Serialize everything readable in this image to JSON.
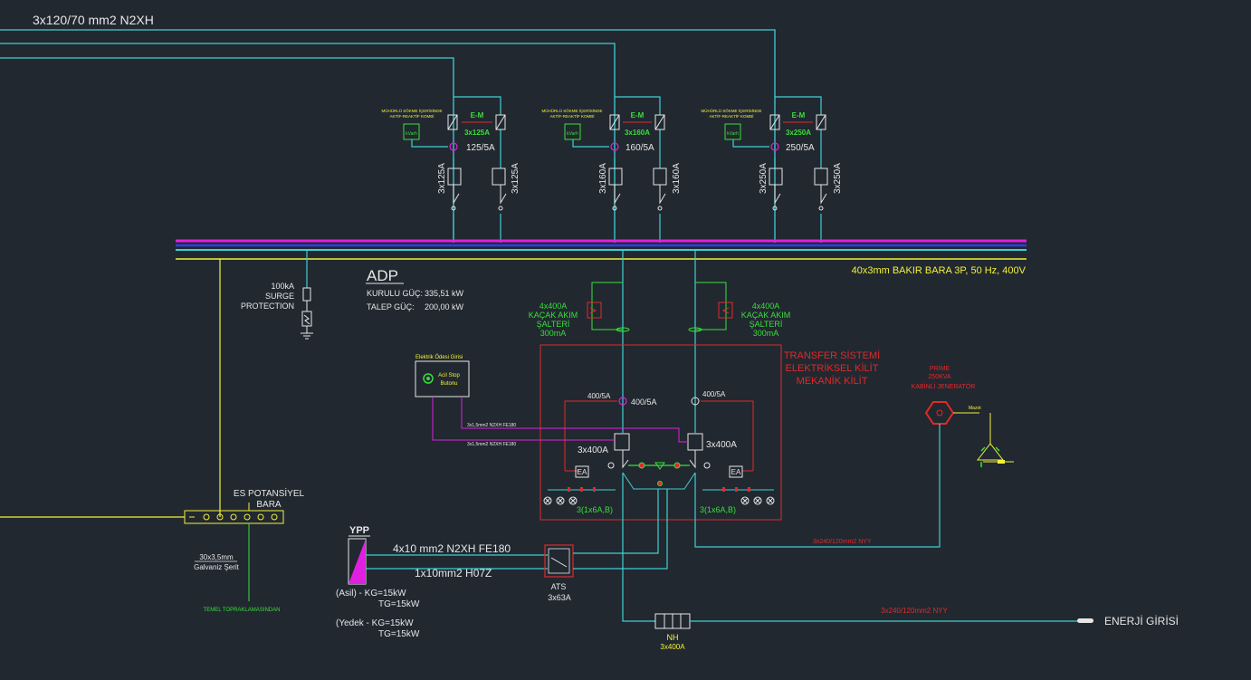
{
  "colors": {
    "bg": "#212830",
    "cyan": "#3fd0d4",
    "yellow": "#f2f23a",
    "magenta": "#e020e0",
    "red": "#e02a2a",
    "green": "#3adf3a",
    "white": "#e6e6e6",
    "blue": "#2a40e8",
    "pink": "#ff7aa8"
  },
  "top_cable": "3x120/70 mm2 N2XH",
  "feeders": [
    {
      "meter_caption_1": "MÜHÜRLÜ SÖKME İÇERİSİNDE",
      "meter_caption_2": "AKTİF-REAKTİF KOMBİ",
      "meter_label": "kVarh",
      "em_label": "E-M",
      "em_rating": "3x125A",
      "ct_ratio": "125/5A",
      "breaker_left": "3x125A",
      "breaker_right": "3x125A"
    },
    {
      "meter_caption_1": "MÜHÜRLÜ SÖKME İÇERİSİNDE",
      "meter_caption_2": "AKTİF-REAKTİF KOMBİ",
      "meter_label": "kVarh",
      "em_label": "E-M",
      "em_rating": "3x160A",
      "ct_ratio": "160/5A",
      "breaker_left": "3x160A",
      "breaker_right": "3x160A"
    },
    {
      "meter_caption_1": "MÜHÜRLÜ SÖKME İÇERİSİNDE",
      "meter_caption_2": "AKTİF-REAKTİF KOMBİ",
      "meter_label": "kVarh",
      "em_label": "E-M",
      "em_rating": "3x250A",
      "ct_ratio": "250/5A",
      "breaker_left": "3x250A",
      "breaker_right": "3x250A"
    }
  ],
  "busbar": "40x3mm BAKIR BARA  3P, 50 Hz, 400V",
  "surge": [
    "100kA",
    "SURGE",
    "PROTECTION"
  ],
  "panel": {
    "name": "ADP",
    "installed_label": "KURULU GÜÇ:",
    "installed_value": "335,51 kW",
    "demand_label": "TALEP GÜÇ:",
    "demand_value": "200,00 kW"
  },
  "rcd_left": [
    "4x400A",
    "KAÇAK AKIM",
    "ŞALTERİ",
    "300mA"
  ],
  "rcd_right": [
    "4x400A",
    "KAÇAK AKIM",
    "ŞALTERİ",
    "300mA"
  ],
  "transfer": [
    "TRANSFER SİSTEMİ",
    "ELEKTRİKSEL KİLİT",
    "MEKANİK KİLİT"
  ],
  "emergency": {
    "title": "Elektrik Ödesi Girisi",
    "button_1": "Acil Stop",
    "button_2": "Butonu",
    "cable_1": "3x1,5mm2 N2XH FE180",
    "cable_2": "3x1,5mm2 N2XH FE180"
  },
  "ct_left": "400/5A",
  "ct_left_ratio": "400/5A",
  "ct_right": "400/5A",
  "breaker_left": "3x400A",
  "breaker_right": "3x400A",
  "ea": "EA",
  "fuse_left": "3(1x6A,B)",
  "fuse_right": "3(1x6A,B)",
  "gen_cable": "3x240/120mm2 NYY",
  "generator": [
    "PRİME",
    "250KVA",
    "KABİNLİ JENERATÖR"
  ],
  "generator_small": "Mazot",
  "earth": {
    "title_1": "ES POTANSİYEL",
    "title_2": "BARA",
    "strip_1": "30x3,5mm",
    "strip_2": "Galvaniz Şerit",
    "foundation": "TEMEL TOPRAKLAMASINDAN"
  },
  "ypp": {
    "label": "YPP",
    "cable_1": "4x10 mm2 N2XH FE180",
    "cable_2": "1x10mm2 H07Z",
    "asil_1": "(Asil)  - KG=15kW",
    "asil_2": "TG=15kW",
    "yedek_1": "(Yedek - KG=15kW",
    "yedek_2": "TG=15kW"
  },
  "ats": [
    "ATS",
    "3x63A"
  ],
  "main_cable": "3x240/120mm2 NYY",
  "nh": [
    "NH",
    "3x400A"
  ],
  "energy_in": "ENERJİ GİRİSİ"
}
